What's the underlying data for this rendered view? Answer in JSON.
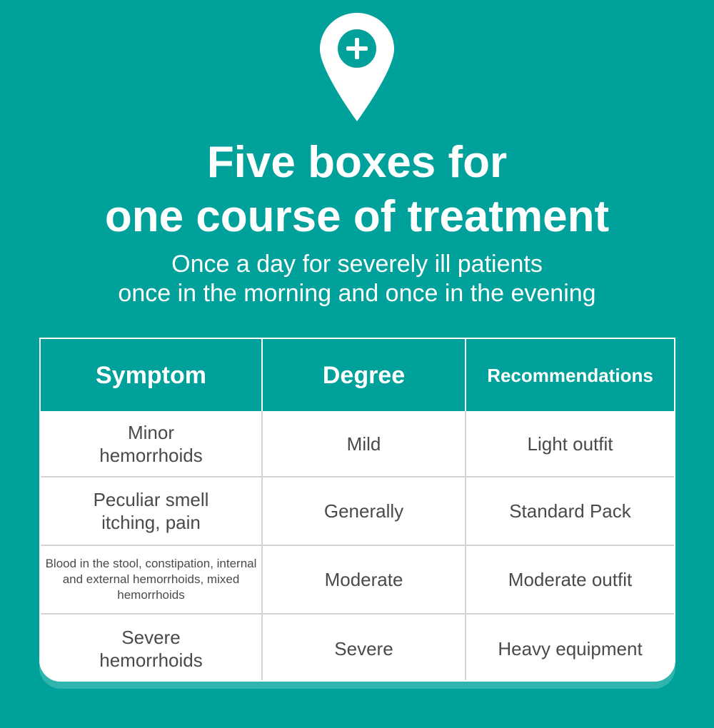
{
  "header": {
    "icon": "map-pin-plus-icon",
    "title_line1": "Five boxes for",
    "title_line2": "one course of treatment",
    "subtitle_line1": "Once a day for severely ill patients",
    "subtitle_line2": "once in the morning and once in the evening"
  },
  "colors": {
    "brand": "#00A19A",
    "text": "#4a4a4a"
  },
  "table": {
    "columns": [
      "Symptom",
      "Degree",
      "Recommendations"
    ],
    "rows": [
      {
        "symptom": "Minor hemorrhoids",
        "degree": "Mild",
        "recommendation": "Light outfit"
      },
      {
        "symptom": "Peculiar smell itching, pain",
        "degree": "Generally",
        "recommendation": "Standard Pack"
      },
      {
        "symptom": "Blood in the stool, constipation, internal and external hemorrhoids, mixed hemorrhoids",
        "degree": "Moderate",
        "recommendation": "Moderate outfit"
      },
      {
        "symptom": "Severe hemorrhoids",
        "degree": "Severe",
        "recommendation": "Heavy equipment"
      }
    ]
  }
}
